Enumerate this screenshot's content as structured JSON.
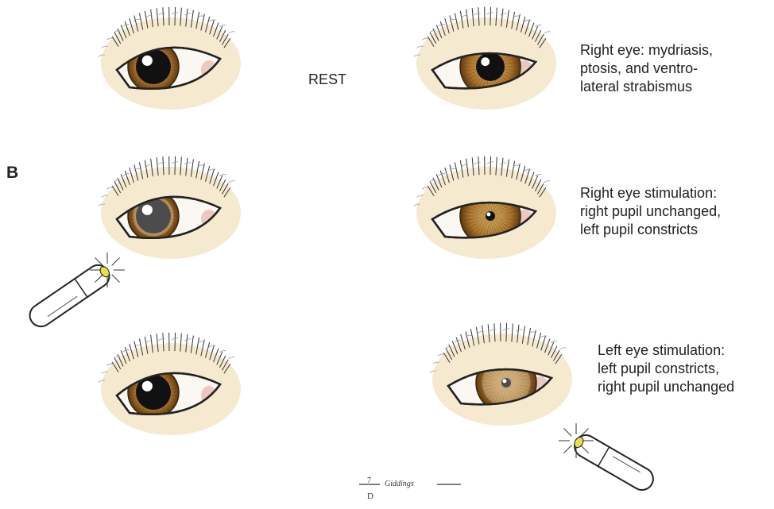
{
  "panel_label": "B",
  "rest_label": "REST",
  "captions": {
    "rest": [
      "Right eye: mydriasis,",
      "ptosis, and ventro-",
      "lateral strabismus"
    ],
    "right_stim": [
      "Right eye stimulation:",
      "right pupil unchanged,",
      "left pupil constricts"
    ],
    "left_stim": [
      "Left eye stimulation:",
      "left pupil constricts,",
      "right pupil unchanged"
    ]
  },
  "signature": "Giddings",
  "colors": {
    "iris": "#a8712a",
    "skin": "#f3e4c4",
    "pupil": "#111111"
  }
}
